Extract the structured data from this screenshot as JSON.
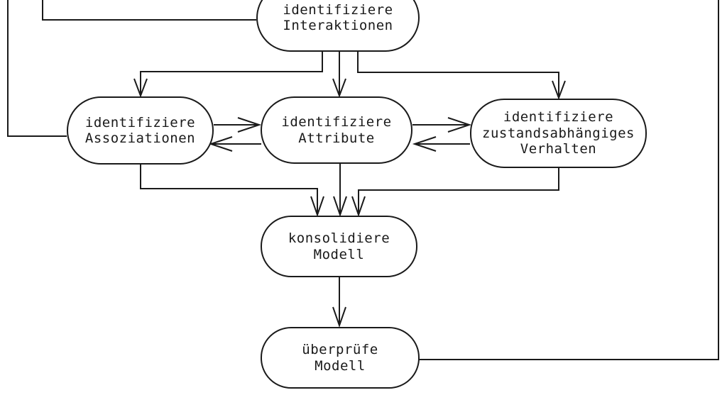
{
  "diagram": {
    "title": "Analysis process activity diagram (German)",
    "colors": {
      "line": "#1a1a1a",
      "background": "#ffffff"
    },
    "nodes": [
      {
        "id": "identifiziere-interaktionen",
        "label": "identifiziere\nInteraktionen"
      },
      {
        "id": "identifiziere-assoziationen",
        "label": "identifiziere\nAssoziationen"
      },
      {
        "id": "identifiziere-attribute",
        "label": "identifiziere\nAttribute"
      },
      {
        "id": "identifiziere-zustandsabhaengiges-verhalten",
        "label": "identifiziere\nzustandsabhängiges\nVerhalten"
      },
      {
        "id": "konsolidiere-modell",
        "label": "konsolidiere\nModell"
      },
      {
        "id": "ueberpruefe-modell",
        "label": "überprüfe\nModell"
      }
    ],
    "edges": [
      {
        "from": "offscreen-top-left",
        "to": "identifiziere-assoziationen",
        "arrow": false
      },
      {
        "from": "offscreen-top-left",
        "to": "identifiziere-interaktionen",
        "arrow": false
      },
      {
        "from": "identifiziere-interaktionen",
        "to": "identifiziere-assoziationen",
        "arrow": true
      },
      {
        "from": "identifiziere-interaktionen",
        "to": "identifiziere-attribute",
        "arrow": true
      },
      {
        "from": "identifiziere-interaktionen",
        "to": "identifiziere-zustandsabhaengiges-verhalten",
        "arrow": true
      },
      {
        "from": "identifiziere-assoziationen",
        "to": "identifiziere-attribute",
        "arrow": true
      },
      {
        "from": "identifiziere-attribute",
        "to": "identifiziere-assoziationen",
        "arrow": true
      },
      {
        "from": "identifiziere-attribute",
        "to": "identifiziere-zustandsabhaengiges-verhalten",
        "arrow": true
      },
      {
        "from": "identifiziere-zustandsabhaengiges-verhalten",
        "to": "identifiziere-attribute",
        "arrow": true
      },
      {
        "from": "identifiziere-assoziationen",
        "to": "konsolidiere-modell",
        "arrow": true
      },
      {
        "from": "identifiziere-attribute",
        "to": "konsolidiere-modell",
        "arrow": true
      },
      {
        "from": "identifiziere-zustandsabhaengiges-verhalten",
        "to": "konsolidiere-modell",
        "arrow": true
      },
      {
        "from": "konsolidiere-modell",
        "to": "ueberpruefe-modell",
        "arrow": true
      },
      {
        "from": "ueberpruefe-modell",
        "to": "offscreen-top-right",
        "arrow": false
      }
    ]
  }
}
